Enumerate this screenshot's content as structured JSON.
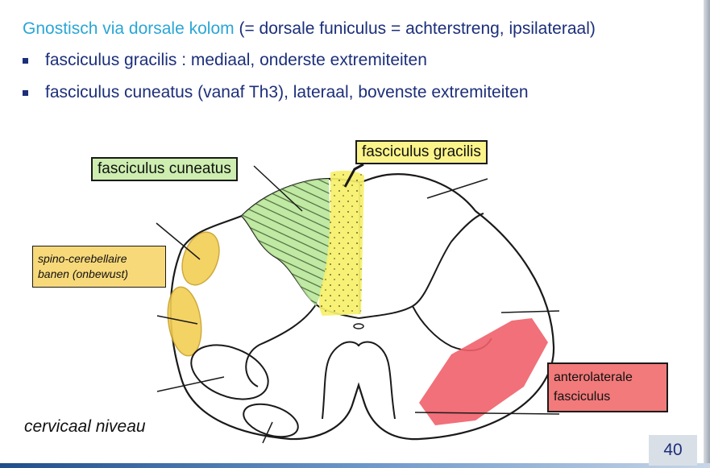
{
  "heading": {
    "accent": "Gnostisch via dorsale kolom",
    "rest": " (= dorsale funiculus = achterstreng, ipsilateraal)"
  },
  "bullets": [
    "fasciculus gracilis : mediaal, onderste extremiteiten",
    "fasciculus cuneatus (vanaf Th3), lateraal, bovenste extremiteiten"
  ],
  "labels": {
    "cuneatus": "fasciculus cuneatus",
    "gracilis": "fasciculus gracilis",
    "spino_line1": "spino-cerebellaire",
    "spino_line2": "banen (onbewust)",
    "antero_line1": "anterolaterale",
    "antero_line2": "fasciculus"
  },
  "caption": "cervicaal niveau",
  "page_number": "40",
  "colors": {
    "cuneatus": "#b9e79a",
    "gracilis": "#f6f06a",
    "spino": "#f3cf55",
    "antero": "#f0606a",
    "text": "#1c2f7a",
    "accent": "#2aa6d6"
  }
}
